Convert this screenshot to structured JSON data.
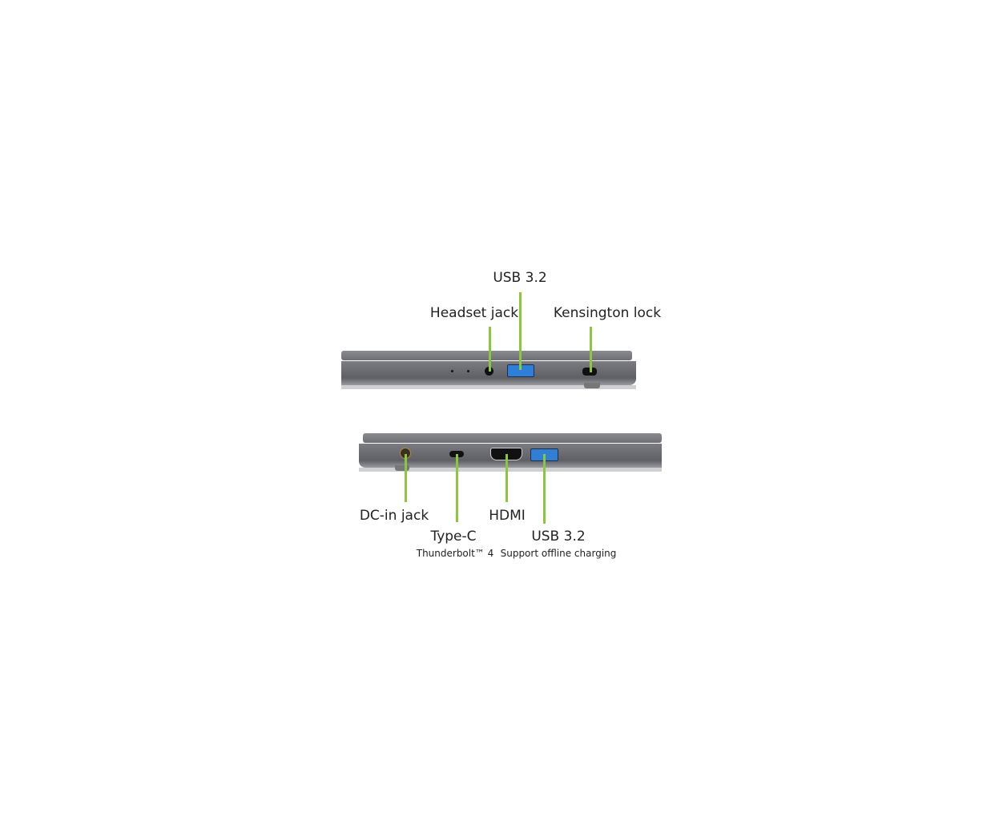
{
  "title": "Laptop port layout",
  "top_side": {
    "labels": {
      "usb": "USB 3.2",
      "headset": "Headset jack",
      "kensington": "Kensington lock"
    }
  },
  "bottom_side": {
    "labels": {
      "dc": "DC-in jack",
      "typec": "Type-C",
      "typec_sub": "Thunderbolt™ 4",
      "hdmi": "HDMI",
      "usb": "USB 3.2",
      "usb_sub": "Support offline charging"
    }
  },
  "colors": {
    "callout": "#8cc63f",
    "usb_port": "#2f7fd6"
  }
}
